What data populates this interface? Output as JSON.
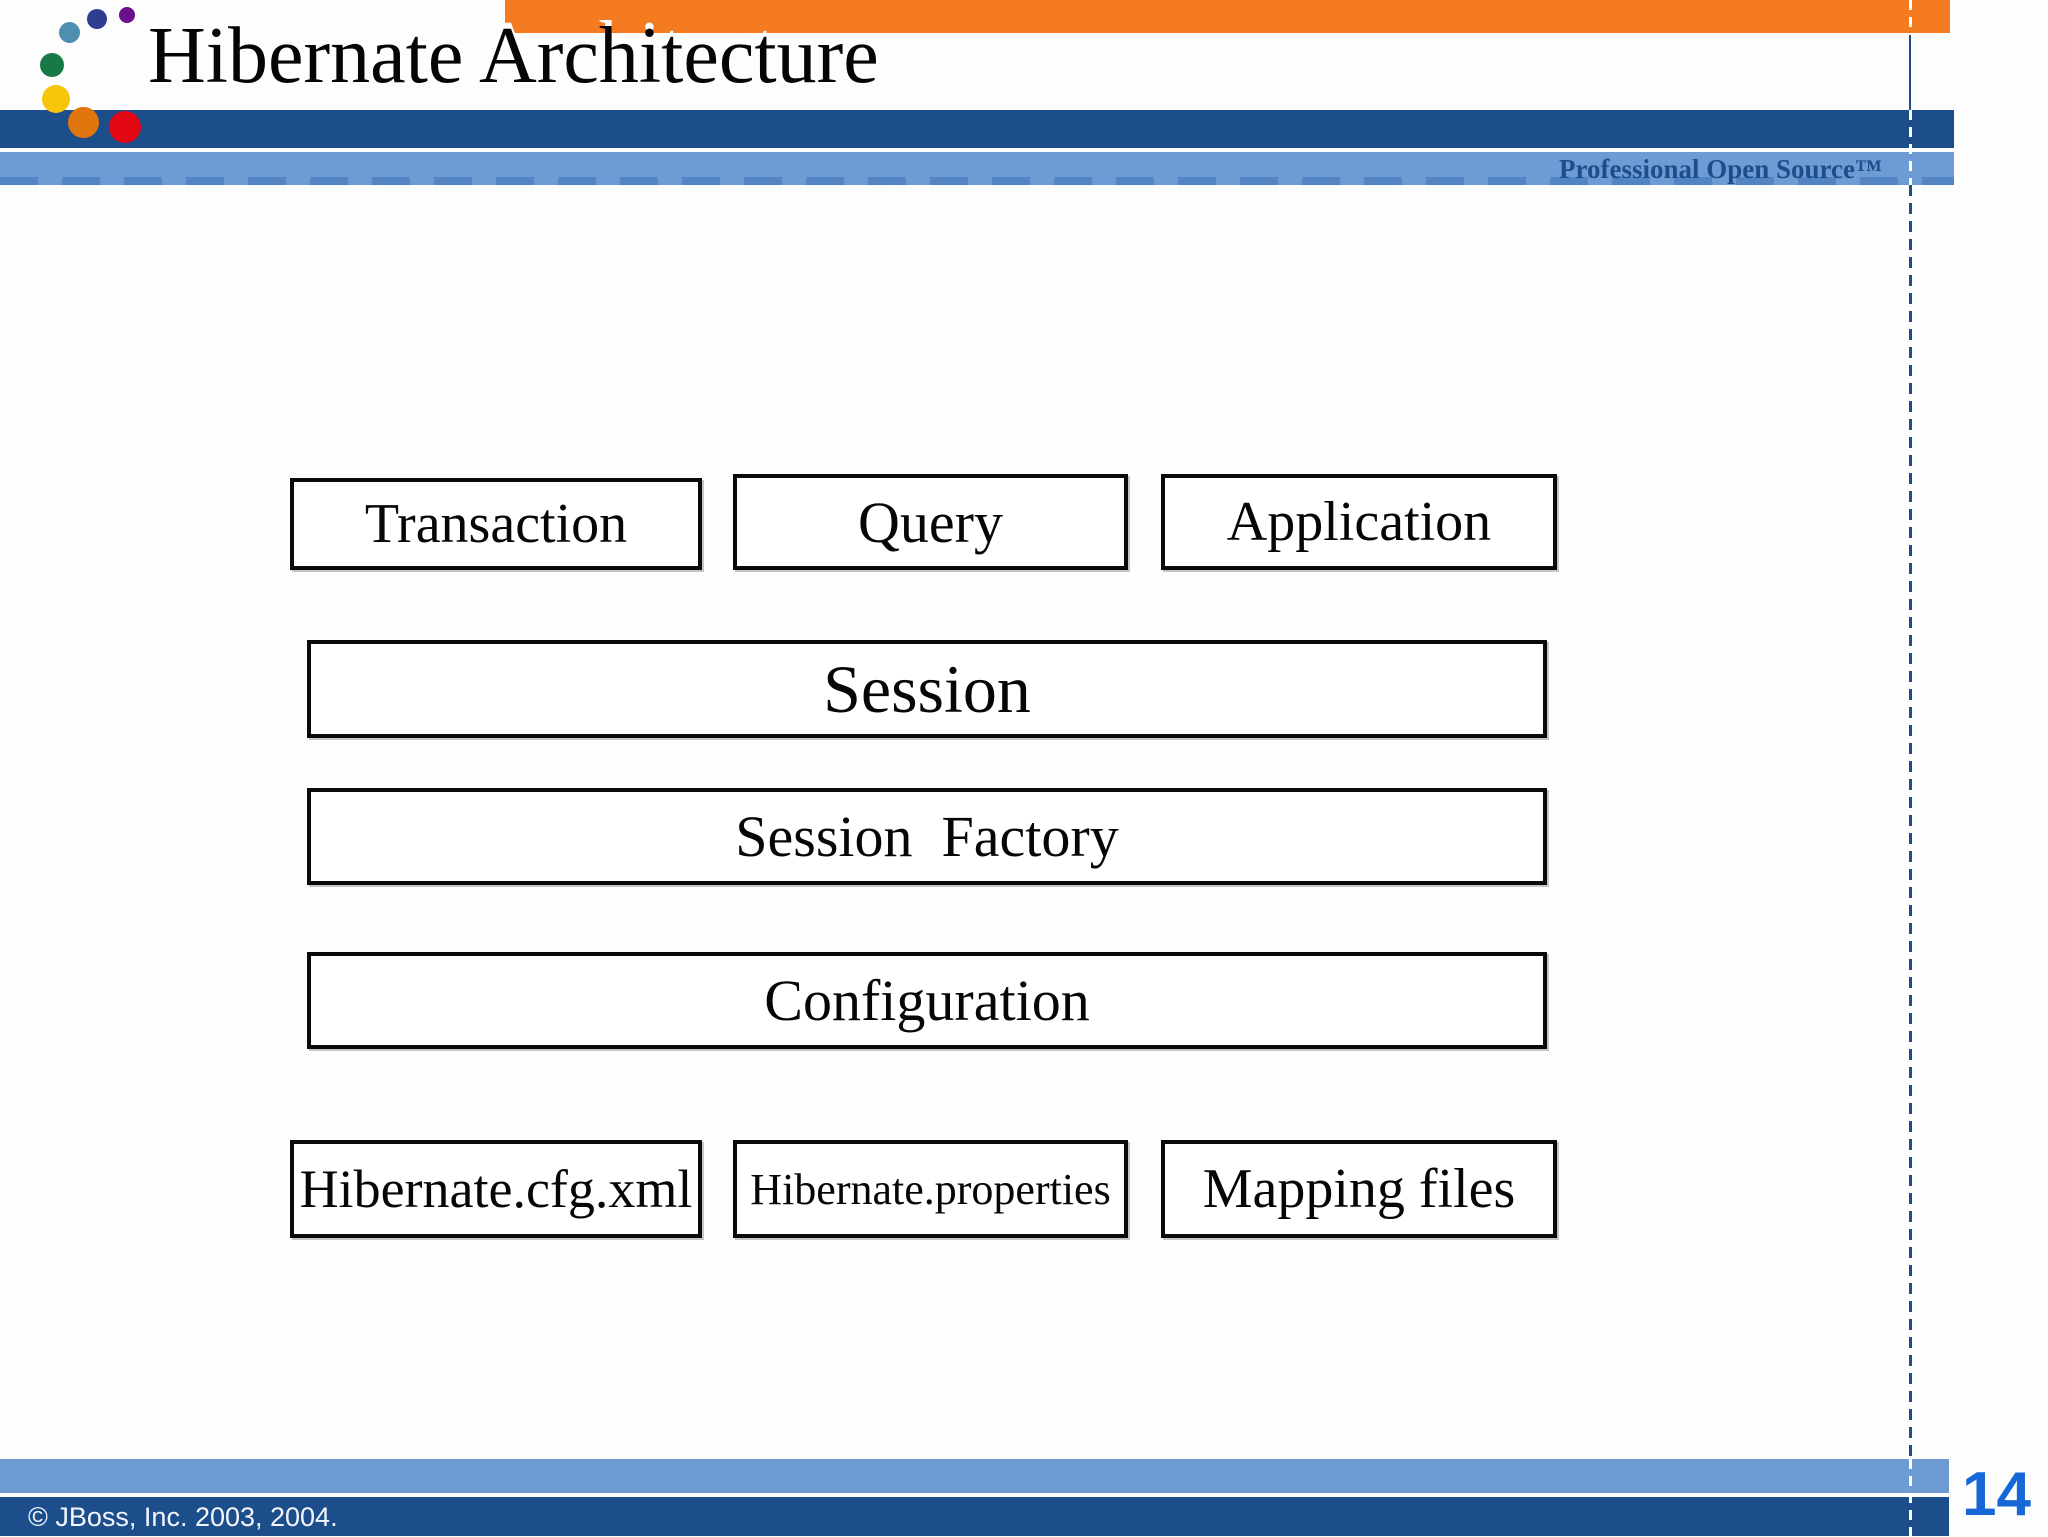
{
  "slide": {
    "title": "Hibernate Architecture",
    "tagline": "Professional Open Source™",
    "footer_copyright": "© JBoss, Inc. 2003, 2004.",
    "page_number": "14"
  },
  "colors": {
    "accent_orange": "#F47B20",
    "header_dark_blue": "#1D4E8C",
    "header_light_blue": "#6D9CD5",
    "tagline_blue": "#1D4E8C",
    "page_number_blue": "#1668D6",
    "box_border_black": "#0A0A0A"
  },
  "logo": {
    "dots": [
      {
        "name": "purple",
        "color": "#6B0F8A"
      },
      {
        "name": "indigo",
        "color": "#2E3D90"
      },
      {
        "name": "steel-blue",
        "color": "#4E8FB0"
      },
      {
        "name": "green",
        "color": "#177A46"
      },
      {
        "name": "yellow",
        "color": "#F6C50B"
      },
      {
        "name": "orange",
        "color": "#E2760E"
      },
      {
        "name": "red",
        "color": "#E30613"
      }
    ]
  },
  "diagram": {
    "boxes": [
      {
        "id": "transaction",
        "label": "Transaction"
      },
      {
        "id": "query",
        "label": "Query"
      },
      {
        "id": "application",
        "label": "Application"
      },
      {
        "id": "session",
        "label": "Session"
      },
      {
        "id": "session-factory",
        "label": "Session  Factory"
      },
      {
        "id": "configuration",
        "label": "Configuration"
      },
      {
        "id": "hibernate-cfg-xml",
        "label": "Hibernate.cfg.xml"
      },
      {
        "id": "hibernate-properties",
        "label": "Hibernate.properties"
      },
      {
        "id": "mapping-files",
        "label": "Mapping files"
      }
    ]
  }
}
